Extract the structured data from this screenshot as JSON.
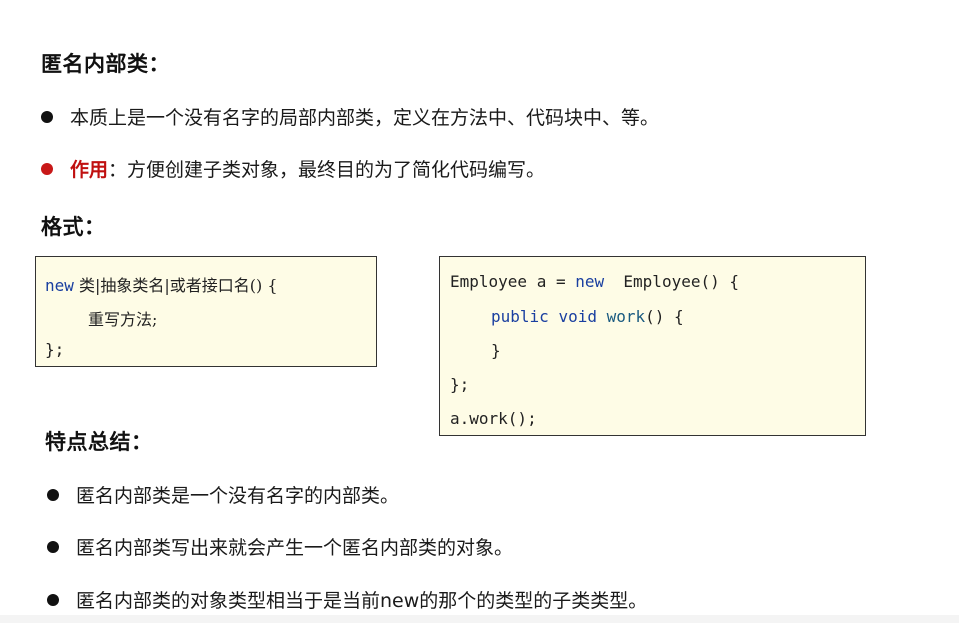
{
  "section1": {
    "title": "匿名内部类：",
    "bullets": [
      {
        "text": "本质上是一个没有名字的局部内部类，定义在方法中、代码块中、等。"
      },
      {
        "label": "作用",
        "text": "：方便创建子类对象，最终目的为了简化代码编写。"
      }
    ]
  },
  "format": {
    "title": "格式：",
    "syntax_box": {
      "line1_keyword": "new",
      "line1_rest": " 类|抽象类名|或者接口名() {",
      "line2": "重写方法;",
      "line3": "};"
    },
    "example_box": {
      "line1_pre": "Employee a = ",
      "line1_keyword": "new",
      "line1_post": "  Employee() {",
      "line2_kw1": "public",
      "line2_kw2": "void",
      "line2_fn": "work",
      "line2_post": "() {",
      "line3": "}",
      "line4": "};",
      "line5": "a.work();"
    }
  },
  "summary": {
    "title": "特点总结：",
    "bullets": [
      "匿名内部类是一个没有名字的内部类。",
      "匿名内部类写出来就会产生一个匿名内部类的对象。",
      "匿名内部类的对象类型相当于是当前new的那个的类型的子类类型。"
    ]
  },
  "colors": {
    "accent_red": "#c01010",
    "code_bg": "#fefce6",
    "keyword_blue": "#1a3fa0"
  }
}
